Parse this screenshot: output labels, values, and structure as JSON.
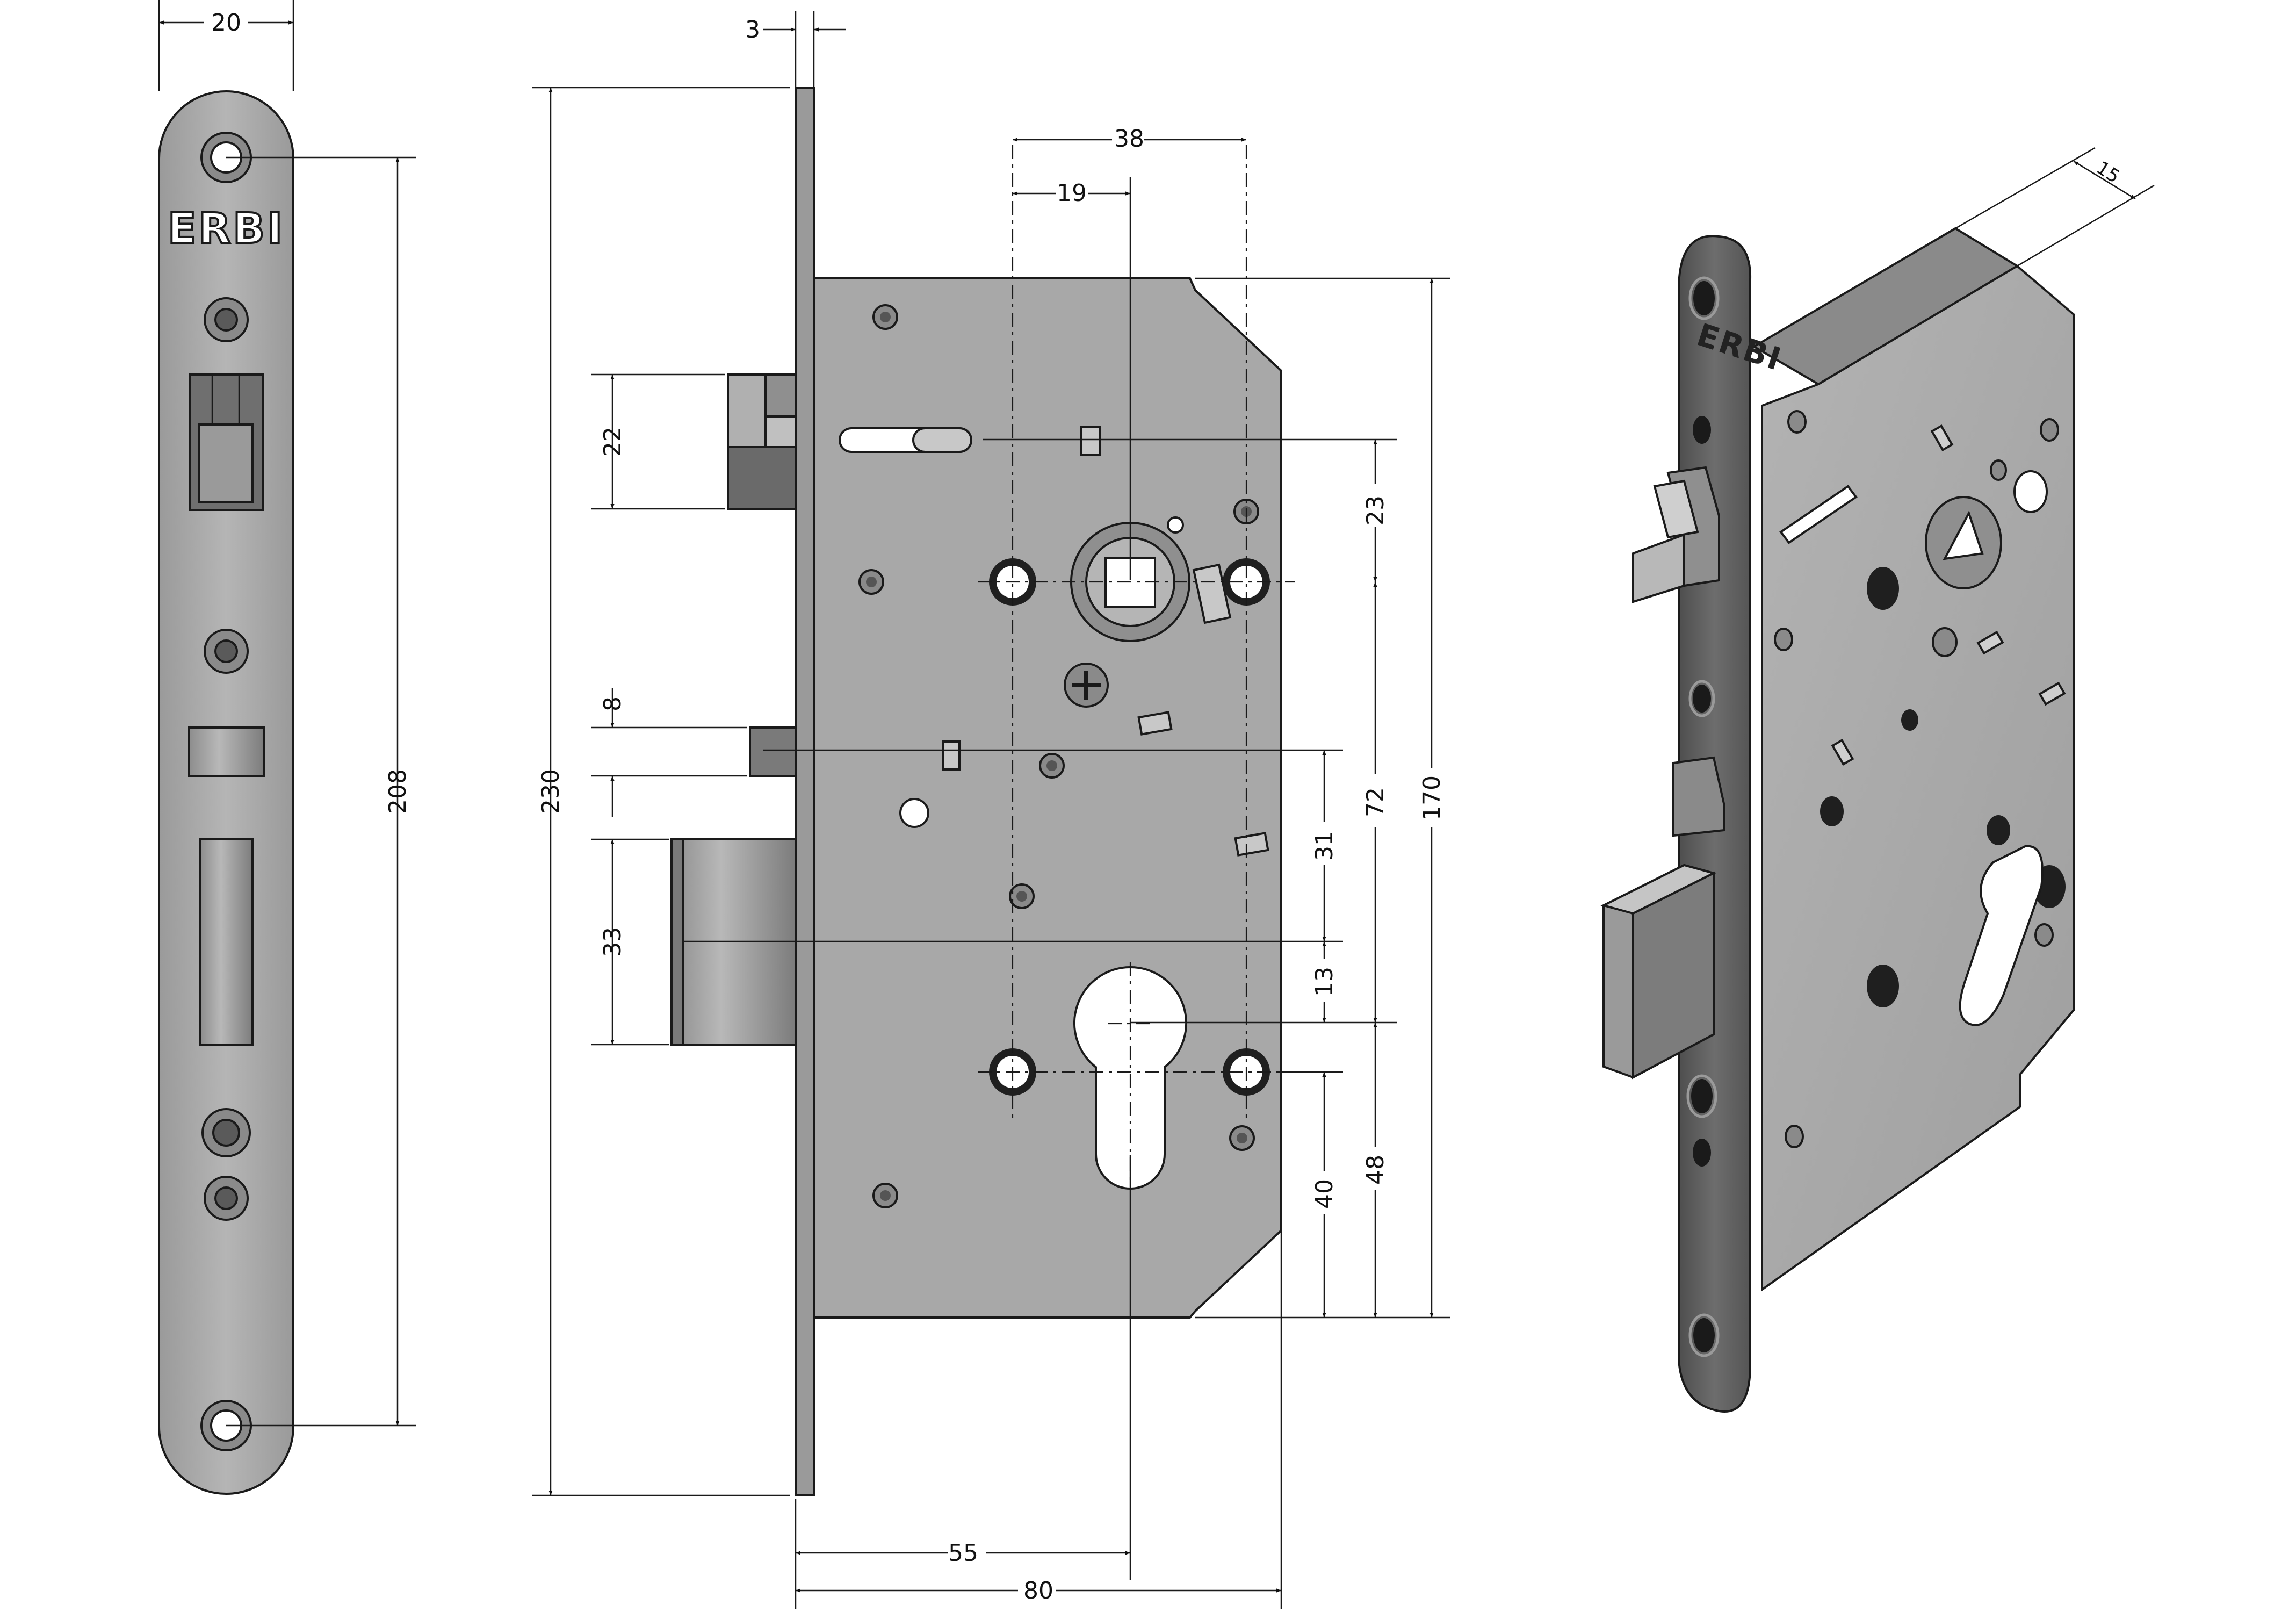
{
  "brand": {
    "logo_text": "ERBI"
  },
  "faceplate_view": {
    "width_label": "20",
    "hole_spacing_label": "208"
  },
  "side_view": {
    "dimensions": {
      "plate_thickness": "3",
      "overall_height": "230",
      "handle_to_hole": "38",
      "handle_offset": "19",
      "latch_height": "22",
      "deadbolt_height": "33",
      "aux_latch_height": "8",
      "follower_to_top": "23",
      "center_distance": "72",
      "case_height": "170",
      "cyl_offset": "31",
      "cyl_to_screw": "13",
      "cyl_to_bottom": "40",
      "bottom_span": "48",
      "backset": "55",
      "case_depth": "80"
    }
  },
  "iso_view": {
    "case_thickness_label": "15"
  },
  "colors": {
    "metal": "#a6a6a6",
    "metal_dark": "#7a7a7a",
    "faceplate_iso": "#6a6a6a",
    "outline": "#1a1a1a"
  }
}
